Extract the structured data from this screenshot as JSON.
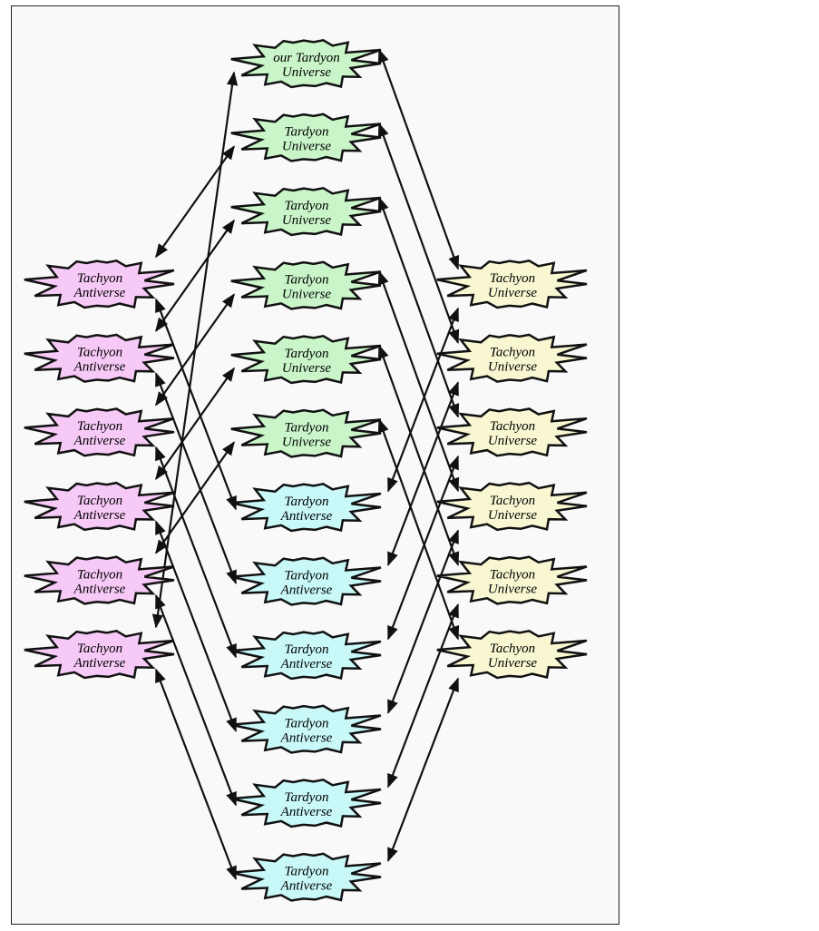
{
  "colors": {
    "tardyon_universe": "#c9f5c9",
    "tardyon_antiverse": "#c9f8f8",
    "tachyon_antiverse": "#f6c9f6",
    "tachyon_universe": "#f8f7d2",
    "stroke": "#111111"
  },
  "columns": {
    "left": [
      {
        "line1": "Tachyon",
        "line2": "Antiverse",
        "kind": "tachyon_antiverse"
      },
      {
        "line1": "Tachyon",
        "line2": "Antiverse",
        "kind": "tachyon_antiverse"
      },
      {
        "line1": "Tachyon",
        "line2": "Antiverse",
        "kind": "tachyon_antiverse"
      },
      {
        "line1": "Tachyon",
        "line2": "Antiverse",
        "kind": "tachyon_antiverse"
      },
      {
        "line1": "Tachyon",
        "line2": "Antiverse",
        "kind": "tachyon_antiverse"
      },
      {
        "line1": "Tachyon",
        "line2": "Antiverse",
        "kind": "tachyon_antiverse"
      }
    ],
    "middle": [
      {
        "line1": "our Tardyon",
        "line2": "Universe",
        "kind": "tardyon_universe"
      },
      {
        "line1": "Tardyon",
        "line2": "Universe",
        "kind": "tardyon_universe"
      },
      {
        "line1": "Tardyon",
        "line2": "Universe",
        "kind": "tardyon_universe"
      },
      {
        "line1": "Tardyon",
        "line2": "Universe",
        "kind": "tardyon_universe"
      },
      {
        "line1": "Tardyon",
        "line2": "Universe",
        "kind": "tardyon_universe"
      },
      {
        "line1": "Tardyon",
        "line2": "Universe",
        "kind": "tardyon_universe"
      },
      {
        "line1": "Tardyon",
        "line2": "Antiverse",
        "kind": "tardyon_antiverse"
      },
      {
        "line1": "Tardyon",
        "line2": "Antiverse",
        "kind": "tardyon_antiverse"
      },
      {
        "line1": "Tardyon",
        "line2": "Antiverse",
        "kind": "tardyon_antiverse"
      },
      {
        "line1": "Tardyon",
        "line2": "Antiverse",
        "kind": "tardyon_antiverse"
      },
      {
        "line1": "Tardyon",
        "line2": "Antiverse",
        "kind": "tardyon_antiverse"
      },
      {
        "line1": "Tardyon",
        "line2": "Antiverse",
        "kind": "tardyon_antiverse"
      }
    ],
    "right": [
      {
        "line1": "Tachyon",
        "line2": "Universe",
        "kind": "tachyon_universe"
      },
      {
        "line1": "Tachyon",
        "line2": "Universe",
        "kind": "tachyon_universe"
      },
      {
        "line1": "Tachyon",
        "line2": "Universe",
        "kind": "tachyon_universe"
      },
      {
        "line1": "Tachyon",
        "line2": "Universe",
        "kind": "tachyon_universe"
      },
      {
        "line1": "Tachyon",
        "line2": "Universe",
        "kind": "tachyon_universe"
      },
      {
        "line1": "Tachyon",
        "line2": "Universe",
        "kind": "tachyon_universe"
      }
    ]
  },
  "edges": [
    {
      "from": "left.0",
      "to": "middle.1"
    },
    {
      "from": "left.1",
      "to": "middle.2"
    },
    {
      "from": "left.2",
      "to": "middle.3"
    },
    {
      "from": "left.3",
      "to": "middle.4"
    },
    {
      "from": "left.4",
      "to": "middle.5"
    },
    {
      "from": "left.5",
      "to": "middle.0"
    },
    {
      "from": "left.0",
      "to": "middle.6"
    },
    {
      "from": "left.1",
      "to": "middle.7"
    },
    {
      "from": "left.2",
      "to": "middle.8"
    },
    {
      "from": "left.3",
      "to": "middle.9"
    },
    {
      "from": "left.4",
      "to": "middle.10"
    },
    {
      "from": "left.5",
      "to": "middle.11"
    },
    {
      "from": "middle.0",
      "to": "right.0"
    },
    {
      "from": "middle.1",
      "to": "right.1"
    },
    {
      "from": "middle.2",
      "to": "right.2"
    },
    {
      "from": "middle.3",
      "to": "right.3"
    },
    {
      "from": "middle.4",
      "to": "right.4"
    },
    {
      "from": "middle.5",
      "to": "right.5"
    },
    {
      "from": "right.0",
      "to": "middle.6"
    },
    {
      "from": "right.1",
      "to": "middle.7"
    },
    {
      "from": "right.2",
      "to": "middle.8"
    },
    {
      "from": "right.3",
      "to": "middle.9"
    },
    {
      "from": "right.4",
      "to": "middle.10"
    },
    {
      "from": "right.5",
      "to": "middle.11"
    }
  ]
}
